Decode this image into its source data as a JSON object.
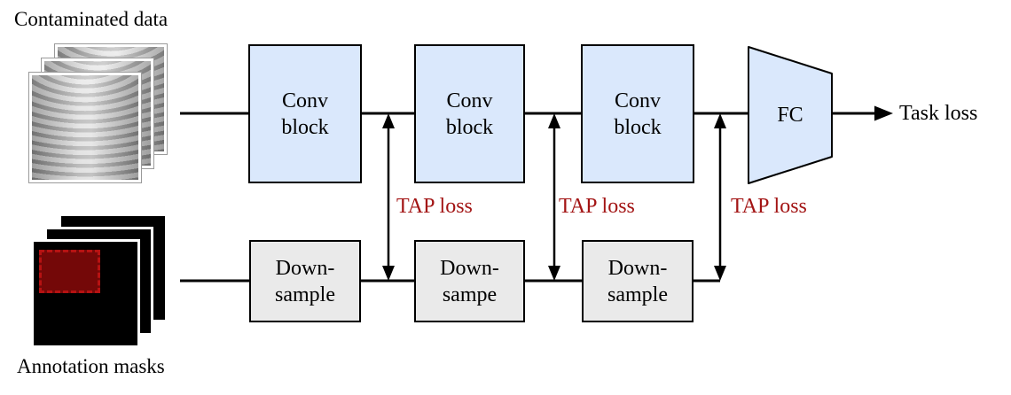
{
  "labels": {
    "contaminated": "Contaminated data",
    "annotation": "Annotation masks",
    "task_loss": "Task loss"
  },
  "conv_blocks": [
    {
      "label": "Conv\nblock"
    },
    {
      "label": "Conv\nblock"
    },
    {
      "label": "Conv\nblock"
    }
  ],
  "fc": {
    "label": "FC"
  },
  "downsample_blocks": [
    {
      "label": "Down-\nsample"
    },
    {
      "label": "Down-\nsampe"
    },
    {
      "label": "Down-\nsample"
    }
  ],
  "tap_losses": [
    {
      "label": "TAP loss"
    },
    {
      "label": "TAP loss"
    },
    {
      "label": "TAP loss"
    }
  ],
  "icons": {
    "xray_stack": "chest-xray-image-stack",
    "mask_stack": "annotation-mask-stack",
    "mask_region": "red-dashed-annotation-region"
  },
  "colors": {
    "block_fill": "#dae8fc",
    "block_border": "#000000",
    "downsample_fill": "#eaeaea",
    "tap_loss_color": "#a31515",
    "line_color": "#000000",
    "text_color": "#000000",
    "mask_fill": "#000000",
    "mask_region_fill": "#740808",
    "mask_region_border": "#b51212"
  }
}
